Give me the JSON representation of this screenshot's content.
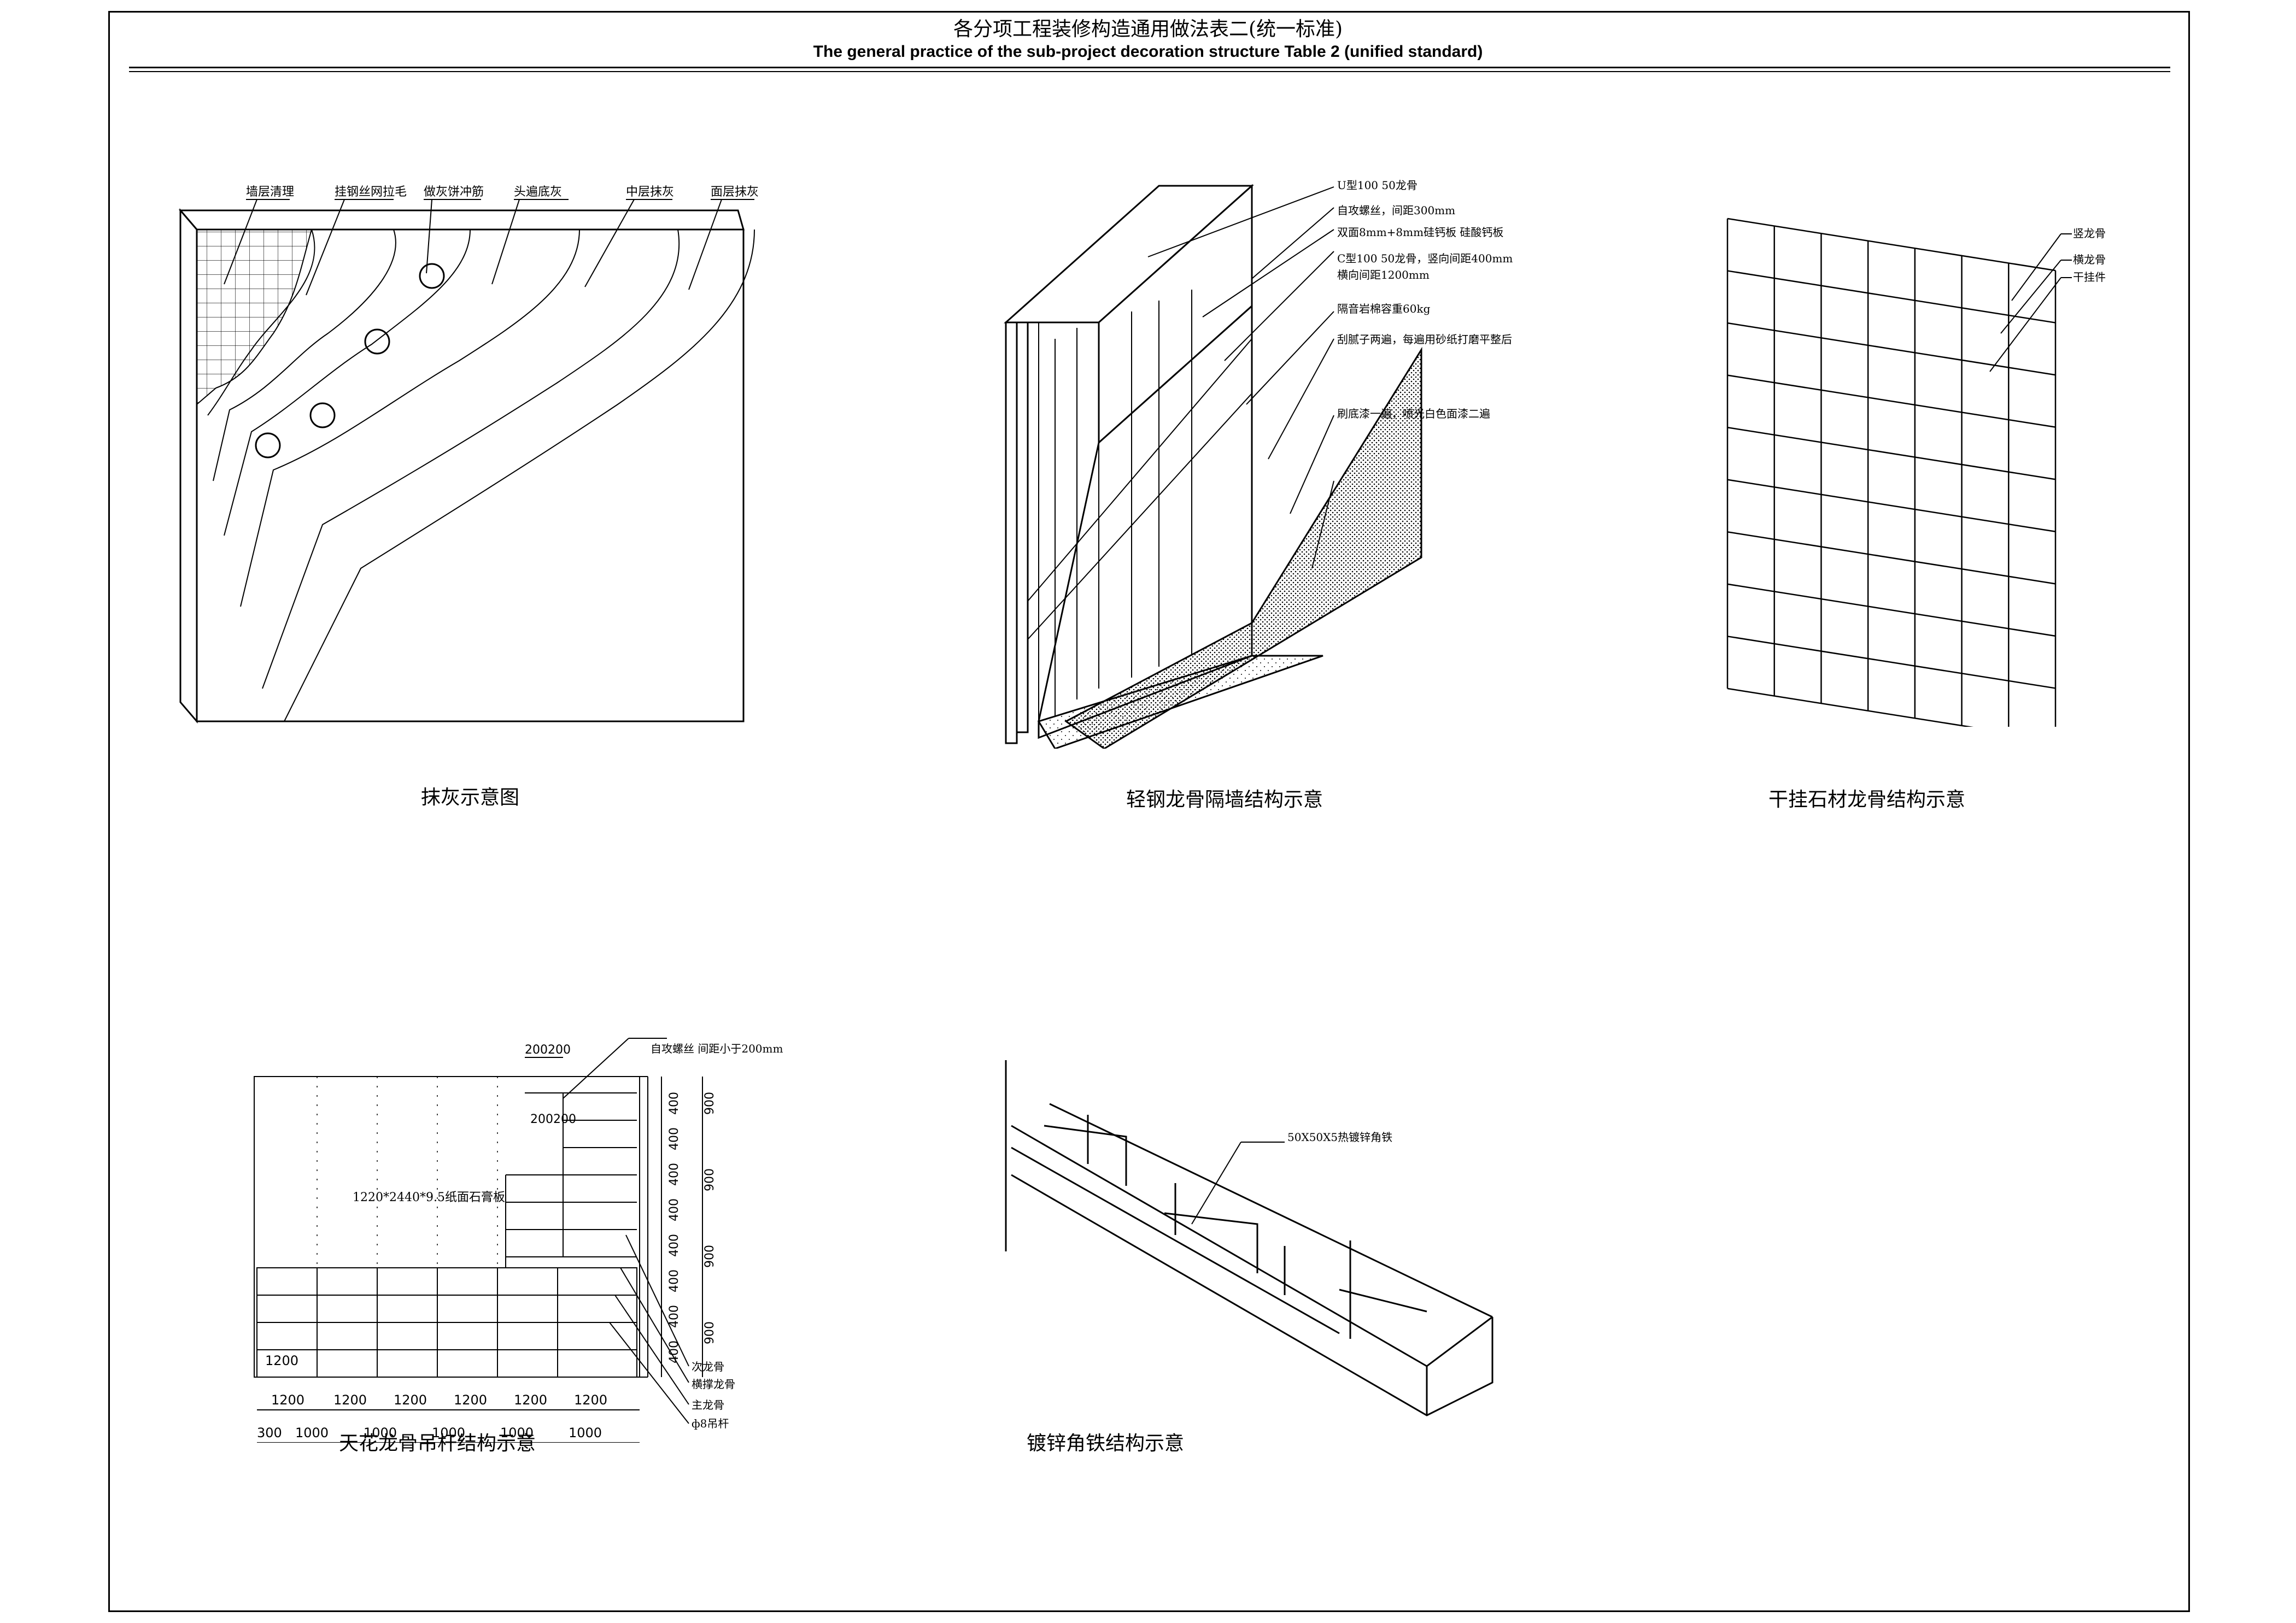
{
  "title_cn": "各分项工程装修构造通用做法表二(统一标准)",
  "title_en": "The general practice of the sub-project decoration structure Table 2 (unified standard)",
  "plaster": {
    "caption": "抹灰示意图",
    "labels": [
      "墙层清理",
      "挂钢丝网拉毛",
      "做灰饼冲筋",
      "头遍底灰",
      "中层抹灰",
      "面层抹灰"
    ]
  },
  "steel_wall": {
    "caption": "轻钢龙骨隔墙结构示意",
    "labels": [
      "U型100  50龙骨",
      "自攻螺丝，间距300mm",
      "双面8mm+8mm硅钙板  硅酸钙板",
      "C型100  50龙骨，竖向间距400mm",
      "横向间距1200mm",
      "隔音岩棉容重60kg",
      "刮腻子两遍，每遍用砂纸打磨平整后",
      "刷底漆一遍，喷光白色面漆二遍"
    ]
  },
  "stone": {
    "caption": "干挂石材龙骨结构示意",
    "labels": [
      "竖龙骨",
      "横龙骨",
      "干挂件"
    ]
  },
  "ceiling": {
    "caption": "天花龙骨吊杆结构示意",
    "top_label": "自攻螺丝  间距小于200mm",
    "dim_small_1": "200200",
    "dim_small_2": "200200",
    "board_label": "1220*2440*9.5纸面石膏板",
    "dims_400": [
      "400",
      "400",
      "400",
      "400",
      "400",
      "400",
      "400",
      "400"
    ],
    "dims_900": [
      "900",
      "900",
      "900",
      "900"
    ],
    "dims_1200": [
      "1200",
      "1200",
      "1200",
      "1200",
      "1200",
      "1200"
    ],
    "dims_1000": [
      "300",
      "1000",
      "1000",
      "1000",
      "1000",
      "1000"
    ],
    "legend": [
      "次龙骨",
      "横撑龙骨",
      "主龙骨",
      "ф8吊杆"
    ]
  },
  "angle": {
    "caption": "镀锌角铁结构示意",
    "label": "50X50X5热镀锌角铁"
  }
}
